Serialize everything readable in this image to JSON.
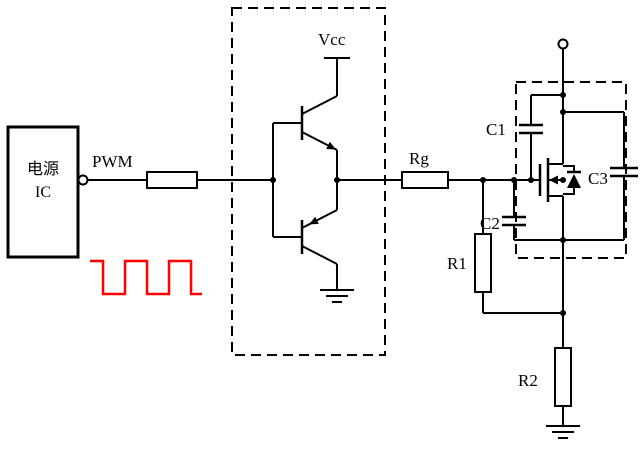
{
  "diagram": {
    "labels": {
      "power_ic_line1": "电源",
      "power_ic_line2": "IC",
      "pwm": "PWM",
      "vcc": "Vcc",
      "rg": "Rg",
      "c1": "C1",
      "c2": "C2",
      "c3": "C3",
      "r1": "R1",
      "r2": "R2"
    },
    "colors": {
      "line": "#000000",
      "waveform": "#ff0000",
      "background": "#ffffff"
    },
    "components": [
      {
        "name": "power-ic-box",
        "label": "电源 IC"
      },
      {
        "name": "pwm-series-resistor",
        "label": ""
      },
      {
        "name": "totem-pole-driver",
        "devices": [
          "npn-transistor",
          "pnp-transistor"
        ],
        "supply": "Vcc"
      },
      {
        "name": "gate-resistor",
        "label": "Rg"
      },
      {
        "name": "mosfet-with-body-diode",
        "label": ""
      },
      {
        "name": "capacitor",
        "label": "C1"
      },
      {
        "name": "capacitor",
        "label": "C2"
      },
      {
        "name": "capacitor",
        "label": "C3"
      },
      {
        "name": "resistor",
        "label": "R1"
      },
      {
        "name": "resistor",
        "label": "R2"
      },
      {
        "name": "ground-symbol",
        "count": 2
      },
      {
        "name": "pwm-square-waveform",
        "color": "#ff0000"
      }
    ]
  }
}
